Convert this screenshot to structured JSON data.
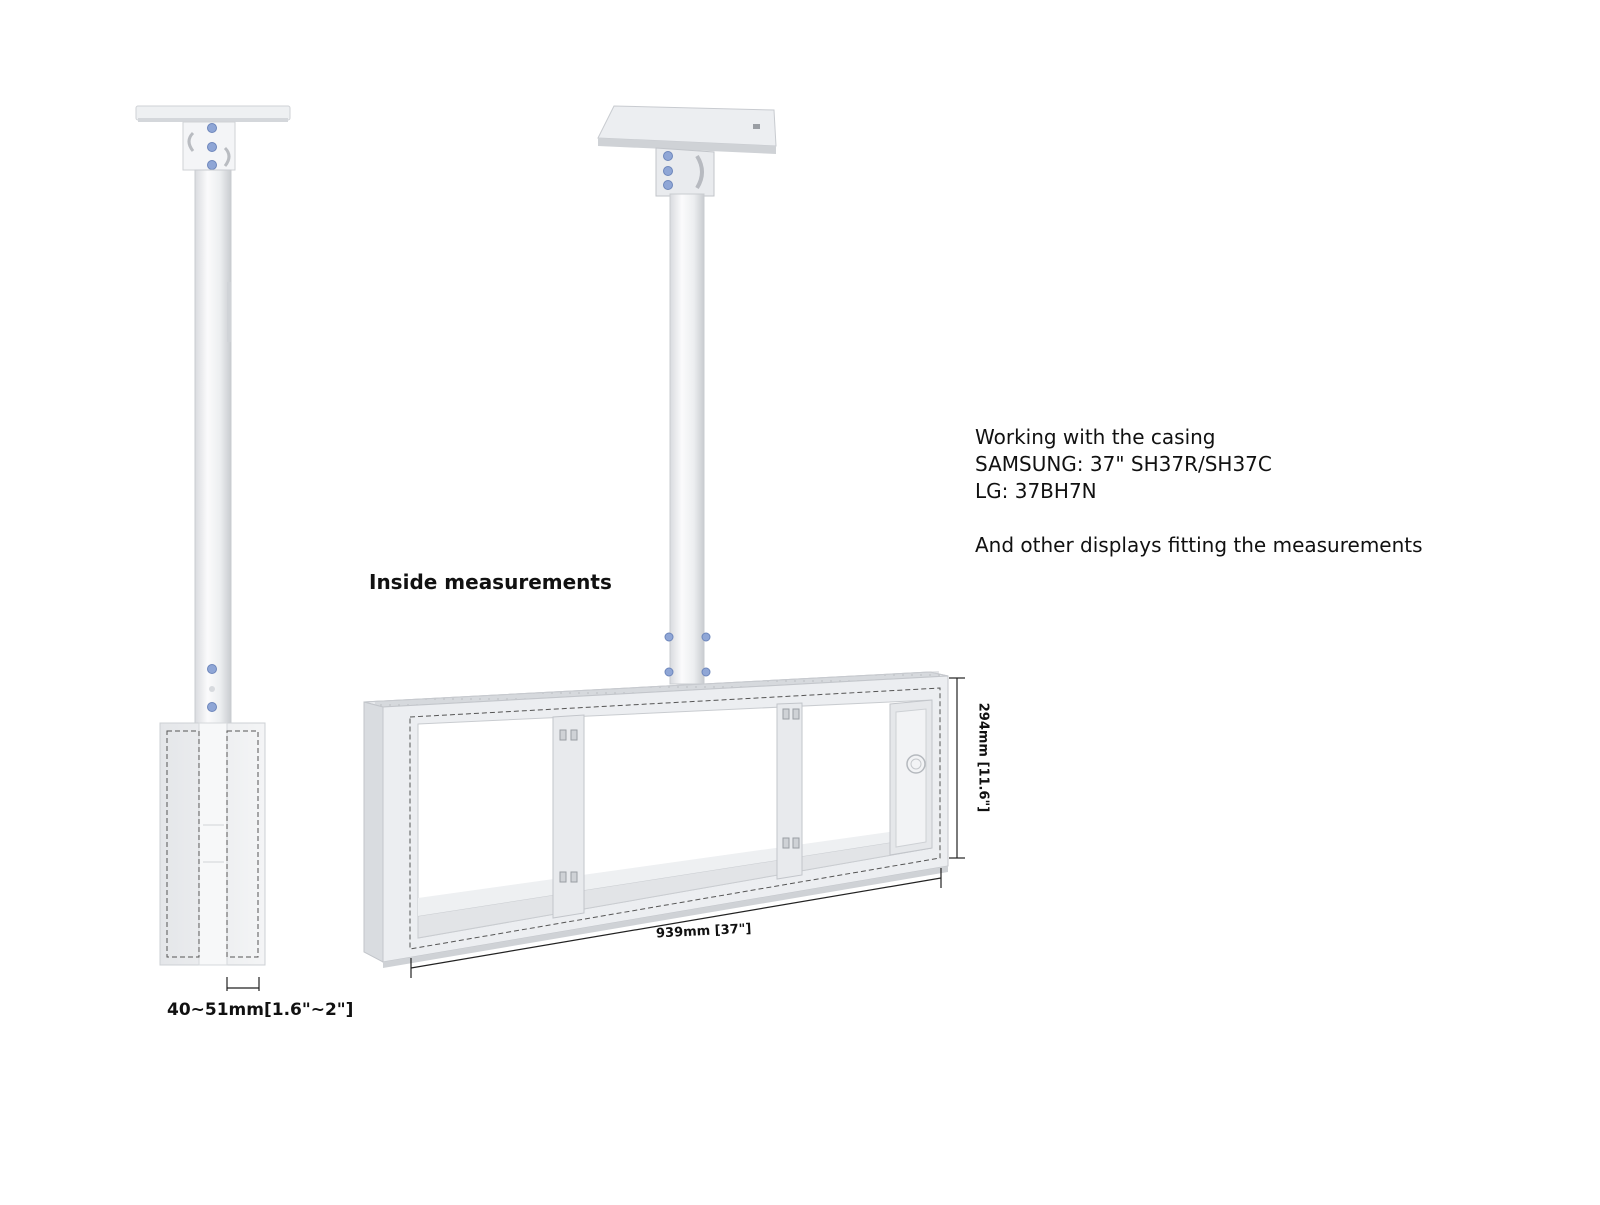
{
  "casing_info": {
    "lines": [
      "Working with the casing",
      "SAMSUNG: 37\" SH37R/SH37C",
      "LG: 37BH7N",
      "And other displays fitting the measurements"
    ]
  },
  "labels": {
    "inside_measurements": "Inside measurements",
    "pole_diameter": "40~51mm[1.6\"~2\"]",
    "inside_width": "939mm [37\"]",
    "inside_height": "294mm [11.6\"]"
  },
  "colors": {
    "metal_light": "#f2f3f5",
    "metal_mid": "#dfe1e4",
    "metal_dark": "#c4c7cb",
    "bolt_blue": "#8fa6d6",
    "dashed_line": "#555555",
    "dimension_line": "#222222"
  }
}
